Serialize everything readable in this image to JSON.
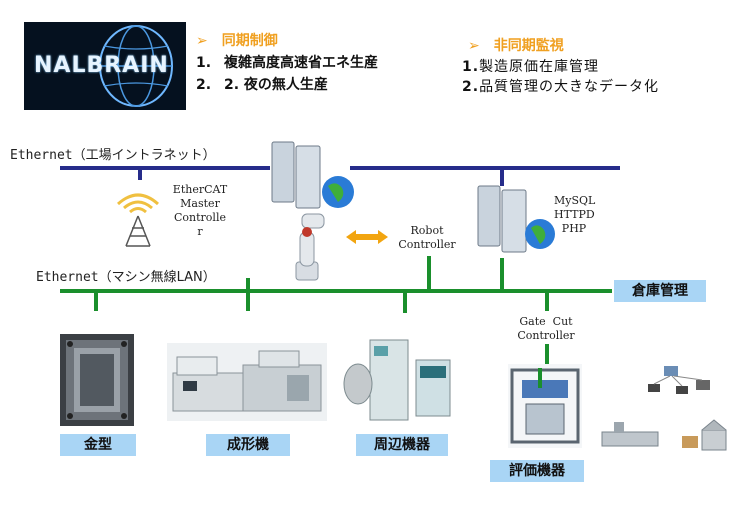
{
  "logo": {
    "text": "NALBRAIN"
  },
  "sync": {
    "heading": "同期制御",
    "items": [
      {
        "num": "1.",
        "text": "複雑高度高速省エネ生産"
      },
      {
        "num": "2.",
        "text": "2. 夜の無人生産"
      }
    ]
  },
  "async": {
    "heading": "非同期監視",
    "items": [
      {
        "num": "1.",
        "text": "製造原価在庫管理"
      },
      {
        "num": "2.",
        "text": "品質管理の大きなデータ化"
      }
    ]
  },
  "networks": {
    "office": "Ethernet（工場イントラネット）",
    "machine_prefix": "Ethernet（マシン無線",
    "machine_suffix": "LAN）"
  },
  "labels": {
    "ethercat": [
      "EtherCAT",
      "Master",
      "Controlle",
      "r"
    ],
    "robot": [
      "Robot",
      "Controller"
    ],
    "server": [
      "MySQL",
      "HTTPD",
      "PHP"
    ],
    "gate": [
      "Gate  Cut",
      "Controller"
    ]
  },
  "boxes": {
    "warehouse": "倉庫管理",
    "mold": "金型",
    "molding": "成形機",
    "peripheral": "周辺機器",
    "evaluation": "評価機器"
  },
  "colors": {
    "office_network": "#262c8a",
    "machine_network": "#1a8f2c",
    "box_fill": "#a9d5f5",
    "heading": "#f0a020"
  }
}
